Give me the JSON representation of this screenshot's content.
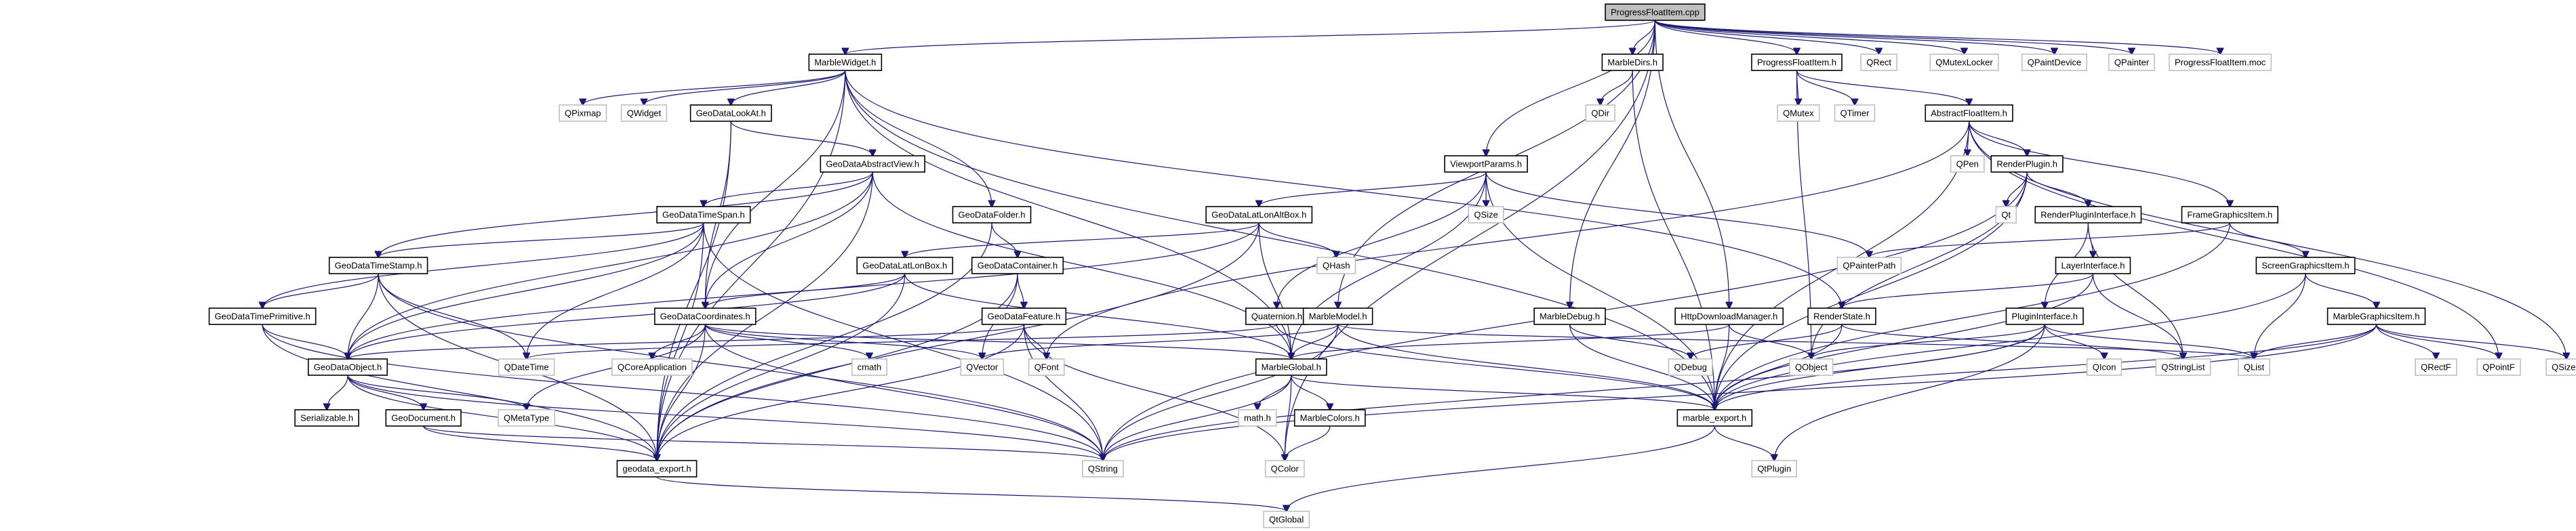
{
  "diagram": {
    "title": "ProgressFloatItem.cpp include dependency graph",
    "type": "include-graph",
    "colors": {
      "edge": "#191970",
      "project_border": "#000000",
      "external_border": "#bfbfbf",
      "root_fill": "#bfbfbf"
    },
    "nodes": [
      {
        "id": "ProgressFloatItem.cpp",
        "label": "ProgressFloatItem.cpp",
        "kind": "root"
      },
      {
        "id": "MarbleWidget.h",
        "label": "MarbleWidget.h",
        "kind": "project"
      },
      {
        "id": "MarbleDirs.h",
        "label": "MarbleDirs.h",
        "kind": "project"
      },
      {
        "id": "ProgressFloatItem.h",
        "label": "ProgressFloatItem.h",
        "kind": "project"
      },
      {
        "id": "QRect",
        "label": "QRect",
        "kind": "external"
      },
      {
        "id": "QMutexLocker",
        "label": "QMutexLocker",
        "kind": "external"
      },
      {
        "id": "QPaintDevice",
        "label": "QPaintDevice",
        "kind": "external"
      },
      {
        "id": "QPainter",
        "label": "QPainter",
        "kind": "external"
      },
      {
        "id": "ProgressFloatItem.moc",
        "label": "ProgressFloatItem.moc",
        "kind": "external"
      },
      {
        "id": "QPixmap",
        "label": "QPixmap",
        "kind": "external"
      },
      {
        "id": "QWidget",
        "label": "QWidget",
        "kind": "external"
      },
      {
        "id": "GeoDataLookAt.h",
        "label": "GeoDataLookAt.h",
        "kind": "project"
      },
      {
        "id": "QDir",
        "label": "QDir",
        "kind": "external"
      },
      {
        "id": "QMutex",
        "label": "QMutex",
        "kind": "external"
      },
      {
        "id": "QTimer",
        "label": "QTimer",
        "kind": "external"
      },
      {
        "id": "AbstractFloatItem.h",
        "label": "AbstractFloatItem.h",
        "kind": "project"
      },
      {
        "id": "GeoDataAbstractView.h",
        "label": "GeoDataAbstractView.h",
        "kind": "project"
      },
      {
        "id": "ViewportParams.h",
        "label": "ViewportParams.h",
        "kind": "project"
      },
      {
        "id": "QPen",
        "label": "QPen",
        "kind": "external"
      },
      {
        "id": "RenderPlugin.h",
        "label": "RenderPlugin.h",
        "kind": "project"
      },
      {
        "id": "GeoDataTimeSpan.h",
        "label": "GeoDataTimeSpan.h",
        "kind": "project"
      },
      {
        "id": "GeoDataFolder.h",
        "label": "GeoDataFolder.h",
        "kind": "project"
      },
      {
        "id": "GeoDataLatLonAltBox.h",
        "label": "GeoDataLatLonAltBox.h",
        "kind": "project"
      },
      {
        "id": "QSize",
        "label": "QSize",
        "kind": "external"
      },
      {
        "id": "Qt",
        "label": "Qt",
        "kind": "external"
      },
      {
        "id": "RenderPluginInterface.h",
        "label": "RenderPluginInterface.h",
        "kind": "project"
      },
      {
        "id": "FrameGraphicsItem.h",
        "label": "FrameGraphicsItem.h",
        "kind": "project"
      },
      {
        "id": "GeoDataTimeStamp.h",
        "label": "GeoDataTimeStamp.h",
        "kind": "project"
      },
      {
        "id": "GeoDataLatLonBox.h",
        "label": "GeoDataLatLonBox.h",
        "kind": "project"
      },
      {
        "id": "GeoDataContainer.h",
        "label": "GeoDataContainer.h",
        "kind": "project"
      },
      {
        "id": "QHash",
        "label": "QHash",
        "kind": "external"
      },
      {
        "id": "QPainterPath",
        "label": "QPainterPath",
        "kind": "external"
      },
      {
        "id": "LayerInterface.h",
        "label": "LayerInterface.h",
        "kind": "project"
      },
      {
        "id": "ScreenGraphicsItem.h",
        "label": "ScreenGraphicsItem.h",
        "kind": "project"
      },
      {
        "id": "GeoDataTimePrimitive.h",
        "label": "GeoDataTimePrimitive.h",
        "kind": "project"
      },
      {
        "id": "GeoDataCoordinates.h",
        "label": "GeoDataCoordinates.h",
        "kind": "project"
      },
      {
        "id": "GeoDataFeature.h",
        "label": "GeoDataFeature.h",
        "kind": "project"
      },
      {
        "id": "Quaternion.h",
        "label": "Quaternion.h",
        "kind": "project"
      },
      {
        "id": "MarbleModel.h",
        "label": "MarbleModel.h",
        "kind": "project"
      },
      {
        "id": "MarbleDebug.h",
        "label": "MarbleDebug.h",
        "kind": "project"
      },
      {
        "id": "HttpDownloadManager.h",
        "label": "HttpDownloadManager.h",
        "kind": "project"
      },
      {
        "id": "RenderState.h",
        "label": "RenderState.h",
        "kind": "project"
      },
      {
        "id": "PluginInterface.h",
        "label": "PluginInterface.h",
        "kind": "project"
      },
      {
        "id": "MarbleGraphicsItem.h",
        "label": "MarbleGraphicsItem.h",
        "kind": "project"
      },
      {
        "id": "GeoDataObject.h",
        "label": "GeoDataObject.h",
        "kind": "project"
      },
      {
        "id": "QDateTime",
        "label": "QDateTime",
        "kind": "external"
      },
      {
        "id": "QCoreApplication",
        "label": "QCoreApplication",
        "kind": "external"
      },
      {
        "id": "cmath",
        "label": "cmath",
        "kind": "external"
      },
      {
        "id": "QVector",
        "label": "QVector",
        "kind": "external"
      },
      {
        "id": "QFont",
        "label": "QFont",
        "kind": "external"
      },
      {
        "id": "MarbleGlobal.h",
        "label": "MarbleGlobal.h",
        "kind": "project"
      },
      {
        "id": "QDebug",
        "label": "QDebug",
        "kind": "external"
      },
      {
        "id": "QObject",
        "label": "QObject",
        "kind": "external"
      },
      {
        "id": "QIcon",
        "label": "QIcon",
        "kind": "external"
      },
      {
        "id": "QStringList",
        "label": "QStringList",
        "kind": "external"
      },
      {
        "id": "QList",
        "label": "QList",
        "kind": "external"
      },
      {
        "id": "QRectF",
        "label": "QRectF",
        "kind": "external"
      },
      {
        "id": "QPointF",
        "label": "QPointF",
        "kind": "external"
      },
      {
        "id": "QSizeF",
        "label": "QSizeF",
        "kind": "external"
      },
      {
        "id": "Serializable.h",
        "label": "Serializable.h",
        "kind": "project"
      },
      {
        "id": "GeoDocument.h",
        "label": "GeoDocument.h",
        "kind": "project"
      },
      {
        "id": "QMetaType",
        "label": "QMetaType",
        "kind": "external"
      },
      {
        "id": "math.h",
        "label": "math.h",
        "kind": "external"
      },
      {
        "id": "MarbleColors.h",
        "label": "MarbleColors.h",
        "kind": "project"
      },
      {
        "id": "marble_export.h",
        "label": "marble_export.h",
        "kind": "project"
      },
      {
        "id": "geodata_export.h",
        "label": "geodata_export.h",
        "kind": "project"
      },
      {
        "id": "QString",
        "label": "QString",
        "kind": "external"
      },
      {
        "id": "QColor",
        "label": "QColor",
        "kind": "external"
      },
      {
        "id": "QtPlugin",
        "label": "QtPlugin",
        "kind": "external"
      },
      {
        "id": "QtGlobal",
        "label": "QtGlobal",
        "kind": "external"
      }
    ],
    "edges": [
      [
        "ProgressFloatItem.cpp",
        "MarbleWidget.h"
      ],
      [
        "ProgressFloatItem.cpp",
        "MarbleDirs.h"
      ],
      [
        "ProgressFloatItem.cpp",
        "ProgressFloatItem.h"
      ],
      [
        "ProgressFloatItem.cpp",
        "QRect"
      ],
      [
        "ProgressFloatItem.cpp",
        "QMutexLocker"
      ],
      [
        "ProgressFloatItem.cpp",
        "QPaintDevice"
      ],
      [
        "ProgressFloatItem.cpp",
        "QPainter"
      ],
      [
        "ProgressFloatItem.cpp",
        "ProgressFloatItem.moc"
      ],
      [
        "ProgressFloatItem.cpp",
        "ViewportParams.h"
      ],
      [
        "ProgressFloatItem.cpp",
        "MarbleModel.h"
      ],
      [
        "ProgressFloatItem.cpp",
        "MarbleDebug.h"
      ],
      [
        "ProgressFloatItem.cpp",
        "HttpDownloadManager.h"
      ],
      [
        "ProgressFloatItem.cpp",
        "QColor"
      ],
      [
        "MarbleWidget.h",
        "QPixmap"
      ],
      [
        "MarbleWidget.h",
        "QWidget"
      ],
      [
        "MarbleWidget.h",
        "GeoDataLookAt.h"
      ],
      [
        "MarbleWidget.h",
        "GeoDataFolder.h"
      ],
      [
        "MarbleWidget.h",
        "GeoDataCoordinates.h"
      ],
      [
        "MarbleWidget.h",
        "MarbleGlobal.h"
      ],
      [
        "MarbleWidget.h",
        "marble_export.h"
      ],
      [
        "MarbleWidget.h",
        "RenderState.h"
      ],
      [
        "MarbleWidget.h",
        "geodata_export.h"
      ],
      [
        "MarbleDirs.h",
        "QDir"
      ],
      [
        "MarbleDirs.h",
        "marble_export.h"
      ],
      [
        "ProgressFloatItem.h",
        "QMutex"
      ],
      [
        "ProgressFloatItem.h",
        "QTimer"
      ],
      [
        "ProgressFloatItem.h",
        "AbstractFloatItem.h"
      ],
      [
        "ProgressFloatItem.h",
        "QObject"
      ],
      [
        "GeoDataLookAt.h",
        "GeoDataAbstractView.h"
      ],
      [
        "GeoDataLookAt.h",
        "GeoDataCoordinates.h"
      ],
      [
        "GeoDataLookAt.h",
        "geodata_export.h"
      ],
      [
        "AbstractFloatItem.h",
        "QPen"
      ],
      [
        "AbstractFloatItem.h",
        "RenderPlugin.h"
      ],
      [
        "AbstractFloatItem.h",
        "FrameGraphicsItem.h"
      ],
      [
        "AbstractFloatItem.h",
        "QFont"
      ],
      [
        "AbstractFloatItem.h",
        "marble_export.h"
      ],
      [
        "AbstractFloatItem.h",
        "QPointF"
      ],
      [
        "AbstractFloatItem.h",
        "QSizeF"
      ],
      [
        "GeoDataAbstractView.h",
        "GeoDataTimeSpan.h"
      ],
      [
        "GeoDataAbstractView.h",
        "GeoDataTimeStamp.h"
      ],
      [
        "GeoDataAbstractView.h",
        "GeoDataObject.h"
      ],
      [
        "GeoDataAbstractView.h",
        "GeoDataCoordinates.h"
      ],
      [
        "GeoDataAbstractView.h",
        "MarbleGlobal.h"
      ],
      [
        "GeoDataAbstractView.h",
        "geodata_export.h"
      ],
      [
        "ViewportParams.h",
        "GeoDataLatLonAltBox.h"
      ],
      [
        "ViewportParams.h",
        "QSize"
      ],
      [
        "ViewportParams.h",
        "Quaternion.h"
      ],
      [
        "ViewportParams.h",
        "MarbleGlobal.h"
      ],
      [
        "ViewportParams.h",
        "marble_export.h"
      ],
      [
        "ViewportParams.h",
        "QPainterPath"
      ],
      [
        "RenderPlugin.h",
        "Qt"
      ],
      [
        "RenderPlugin.h",
        "RenderPluginInterface.h"
      ],
      [
        "RenderPlugin.h",
        "QObject"
      ],
      [
        "RenderPlugin.h",
        "QString"
      ],
      [
        "RenderPlugin.h",
        "marble_export.h"
      ],
      [
        "GeoDataTimeSpan.h",
        "GeoDataTimeStamp.h"
      ],
      [
        "GeoDataTimeSpan.h",
        "GeoDataTimePrimitive.h"
      ],
      [
        "GeoDataTimeSpan.h",
        "GeoDataObject.h"
      ],
      [
        "GeoDataTimeSpan.h",
        "QDateTime"
      ],
      [
        "GeoDataTimeSpan.h",
        "geodata_export.h"
      ],
      [
        "GeoDataTimeSpan.h",
        "QString"
      ],
      [
        "GeoDataFolder.h",
        "GeoDataContainer.h"
      ],
      [
        "GeoDataFolder.h",
        "geodata_export.h"
      ],
      [
        "GeoDataLatLonAltBox.h",
        "GeoDataLatLonBox.h"
      ],
      [
        "GeoDataLatLonAltBox.h",
        "QHash"
      ],
      [
        "GeoDataLatLonAltBox.h",
        "GeoDataObject.h"
      ],
      [
        "GeoDataLatLonAltBox.h",
        "MarbleGlobal.h"
      ],
      [
        "GeoDataLatLonAltBox.h",
        "geodata_export.h"
      ],
      [
        "RenderPluginInterface.h",
        "LayerInterface.h"
      ],
      [
        "RenderPluginInterface.h",
        "PluginInterface.h"
      ],
      [
        "RenderPluginInterface.h",
        "QStringList"
      ],
      [
        "FrameGraphicsItem.h",
        "ScreenGraphicsItem.h"
      ],
      [
        "FrameGraphicsItem.h",
        "QPainterPath"
      ],
      [
        "FrameGraphicsItem.h",
        "marble_export.h"
      ],
      [
        "GeoDataTimeStamp.h",
        "GeoDataTimePrimitive.h"
      ],
      [
        "GeoDataTimeStamp.h",
        "GeoDataObject.h"
      ],
      [
        "GeoDataTimeStamp.h",
        "QDateTime"
      ],
      [
        "GeoDataTimeStamp.h",
        "geodata_export.h"
      ],
      [
        "GeoDataTimeStamp.h",
        "QString"
      ],
      [
        "GeoDataLatLonBox.h",
        "GeoDataCoordinates.h"
      ],
      [
        "GeoDataLatLonBox.h",
        "GeoDataObject.h"
      ],
      [
        "GeoDataLatLonBox.h",
        "MarbleGlobal.h"
      ],
      [
        "GeoDataLatLonBox.h",
        "geodata_export.h"
      ],
      [
        "GeoDataContainer.h",
        "GeoDataFeature.h"
      ],
      [
        "GeoDataContainer.h",
        "QVector"
      ],
      [
        "GeoDataContainer.h",
        "geodata_export.h"
      ],
      [
        "LayerInterface.h",
        "RenderState.h"
      ],
      [
        "LayerInterface.h",
        "QStringList"
      ],
      [
        "LayerInterface.h",
        "marble_export.h"
      ],
      [
        "ScreenGraphicsItem.h",
        "MarbleGraphicsItem.h"
      ],
      [
        "ScreenGraphicsItem.h",
        "QList"
      ],
      [
        "ScreenGraphicsItem.h",
        "marble_export.h"
      ],
      [
        "GeoDataTimePrimitive.h",
        "GeoDataObject.h"
      ],
      [
        "GeoDataTimePrimitive.h",
        "geodata_export.h"
      ],
      [
        "GeoDataTimePrimitive.h",
        "QString"
      ],
      [
        "GeoDataCoordinates.h",
        "QCoreApplication"
      ],
      [
        "GeoDataCoordinates.h",
        "cmath"
      ],
      [
        "GeoDataCoordinates.h",
        "QMetaType"
      ],
      [
        "GeoDataCoordinates.h",
        "QVector"
      ],
      [
        "GeoDataCoordinates.h",
        "MarbleGlobal.h"
      ],
      [
        "GeoDataCoordinates.h",
        "geodata_export.h"
      ],
      [
        "GeoDataCoordinates.h",
        "QString"
      ],
      [
        "GeoDataFeature.h",
        "GeoDataObject.h"
      ],
      [
        "GeoDataFeature.h",
        "QFont"
      ],
      [
        "GeoDataFeature.h",
        "QColor"
      ],
      [
        "GeoDataFeature.h",
        "geodata_export.h"
      ],
      [
        "GeoDataFeature.h",
        "QString"
      ],
      [
        "Quaternion.h",
        "QDateTime"
      ],
      [
        "Quaternion.h",
        "marble_export.h"
      ],
      [
        "MarbleModel.h",
        "MarbleGlobal.h"
      ],
      [
        "MarbleModel.h",
        "QVector"
      ],
      [
        "MarbleModel.h",
        "QString"
      ],
      [
        "MarbleModel.h",
        "marble_export.h"
      ],
      [
        "MarbleModel.h",
        "QList"
      ],
      [
        "MarbleDebug.h",
        "QDebug"
      ],
      [
        "MarbleDebug.h",
        "marble_export.h"
      ],
      [
        "HttpDownloadManager.h",
        "MarbleGlobal.h"
      ],
      [
        "HttpDownloadManager.h",
        "QObject"
      ],
      [
        "HttpDownloadManager.h",
        "marble_export.h"
      ],
      [
        "RenderState.h",
        "QDebug"
      ],
      [
        "RenderState.h",
        "QStringList"
      ],
      [
        "RenderState.h",
        "marble_export.h"
      ],
      [
        "PluginInterface.h",
        "QObject"
      ],
      [
        "PluginInterface.h",
        "QIcon"
      ],
      [
        "PluginInterface.h",
        "QList"
      ],
      [
        "PluginInterface.h",
        "QString"
      ],
      [
        "PluginInterface.h",
        "marble_export.h"
      ],
      [
        "PluginInterface.h",
        "QtPlugin"
      ],
      [
        "MarbleGraphicsItem.h",
        "QList"
      ],
      [
        "MarbleGraphicsItem.h",
        "QRectF"
      ],
      [
        "MarbleGraphicsItem.h",
        "QPointF"
      ],
      [
        "MarbleGraphicsItem.h",
        "QSizeF"
      ],
      [
        "MarbleGraphicsItem.h",
        "marble_export.h"
      ],
      [
        "MarbleGraphicsItem.h",
        "QString"
      ],
      [
        "GeoDataObject.h",
        "Serializable.h"
      ],
      [
        "GeoDataObject.h",
        "GeoDocument.h"
      ],
      [
        "GeoDataObject.h",
        "QMetaType"
      ],
      [
        "GeoDataObject.h",
        "geodata_export.h"
      ],
      [
        "GeoDataObject.h",
        "QString"
      ],
      [
        "GeoDocument.h",
        "geodata_export.h"
      ],
      [
        "GeoDocument.h",
        "QString"
      ],
      [
        "MarbleGlobal.h",
        "math.h"
      ],
      [
        "MarbleGlobal.h",
        "MarbleColors.h"
      ],
      [
        "MarbleGlobal.h",
        "QColor"
      ],
      [
        "MarbleGlobal.h",
        "QString"
      ],
      [
        "MarbleGlobal.h",
        "marble_export.h"
      ],
      [
        "MarbleColors.h",
        "QColor"
      ],
      [
        "marble_export.h",
        "QtPlugin"
      ],
      [
        "marble_export.h",
        "QtGlobal"
      ],
      [
        "geodata_export.h",
        "QtGlobal"
      ]
    ]
  }
}
